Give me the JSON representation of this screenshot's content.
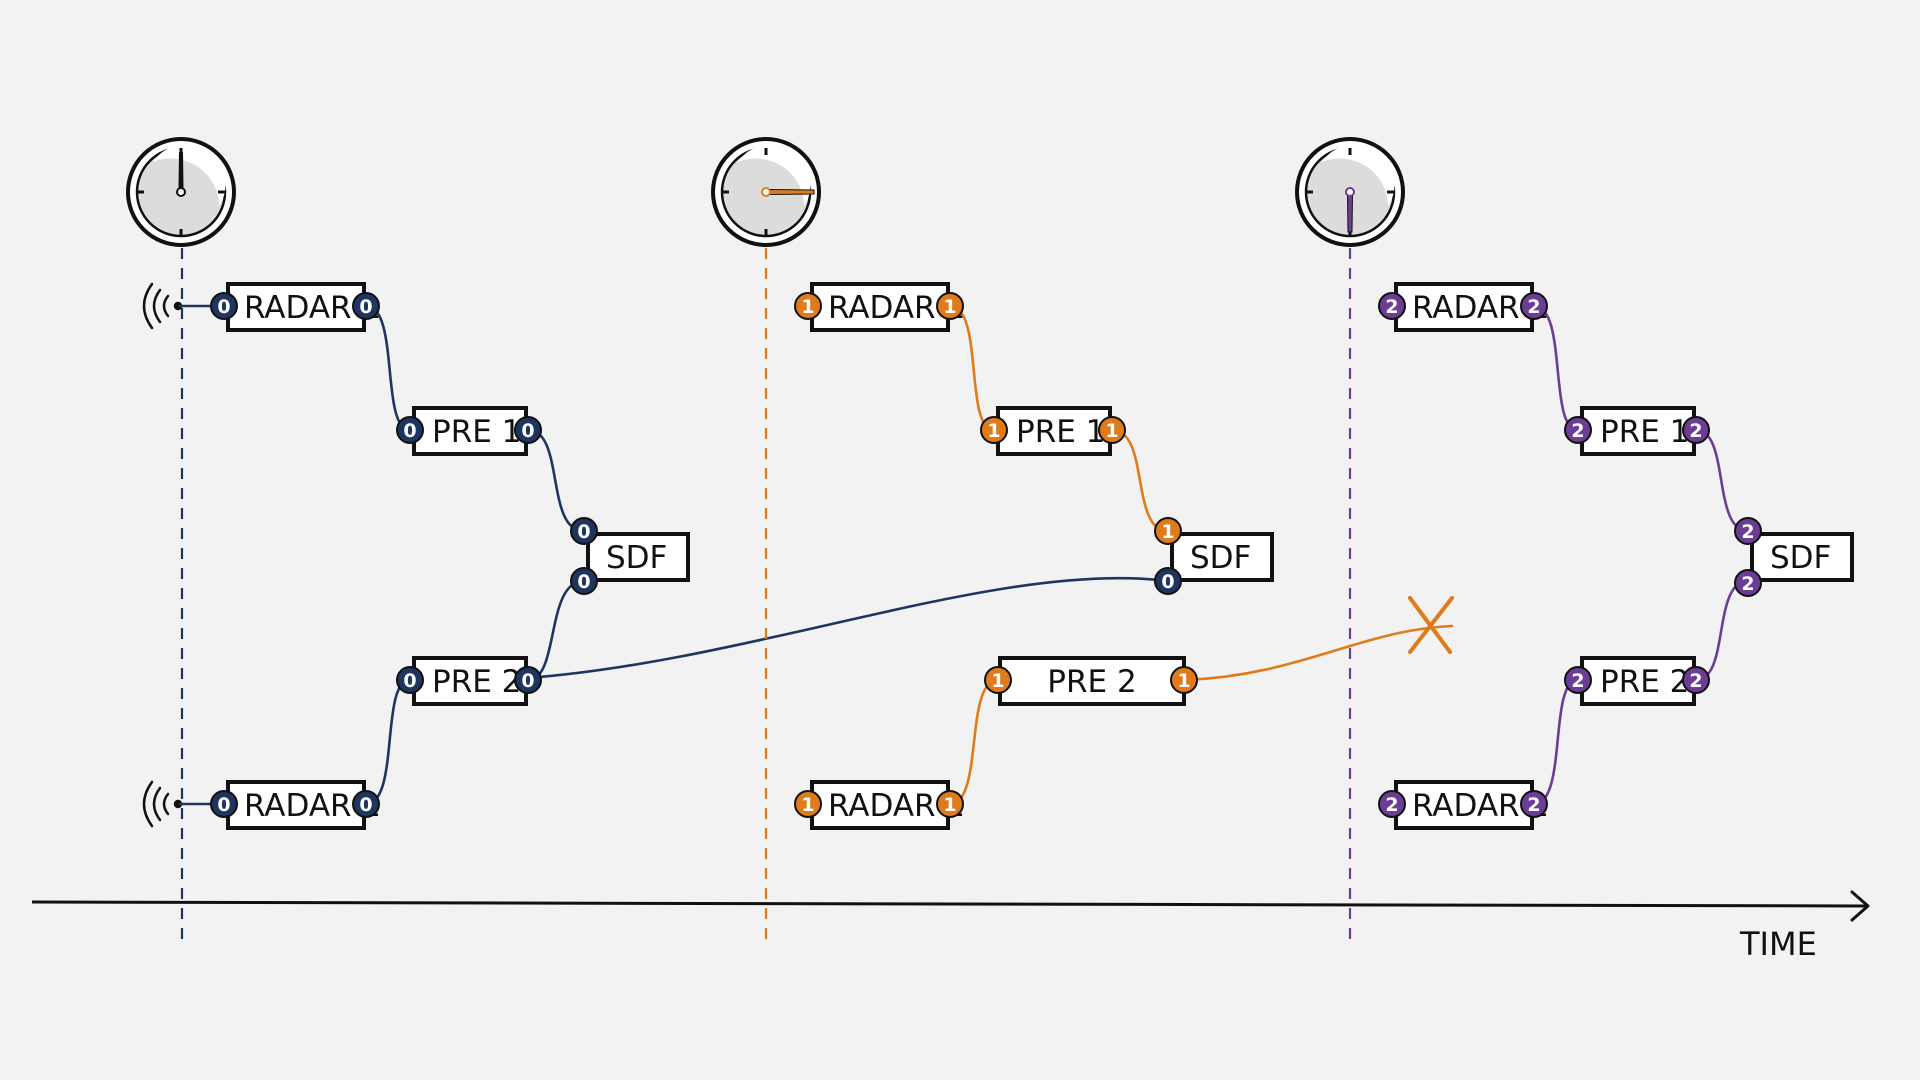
{
  "axis": {
    "label": "TIME"
  },
  "colors": {
    "stroke": "#111111",
    "background": "#f2f2f2",
    "stage0": "#1e3560",
    "stage1": "#e07b1c",
    "stage2": "#6b3d94"
  },
  "icons": {
    "clock": "clock-icon",
    "signal": "radar-signal-icon",
    "drop": "dropped-message-x-icon"
  },
  "stages": [
    {
      "index": "0",
      "color": "#1e3560",
      "nodes": {
        "radar1": "RADAR 1",
        "pre1": "PRE 1",
        "sdf": "SDF",
        "pre2": "PRE 2",
        "radar2": "RADAR 2"
      }
    },
    {
      "index": "1",
      "color": "#e07b1c",
      "nodes": {
        "radar1": "RADAR 1",
        "pre1": "PRE 1",
        "sdf": "SDF",
        "pre2": "PRE 2",
        "radar2": "RADAR 2"
      }
    },
    {
      "index": "2",
      "color": "#6b3d94",
      "nodes": {
        "radar1": "RADAR 1",
        "pre1": "PRE 1",
        "sdf": "SDF",
        "pre2": "PRE 2",
        "radar2": "RADAR 2"
      }
    }
  ]
}
